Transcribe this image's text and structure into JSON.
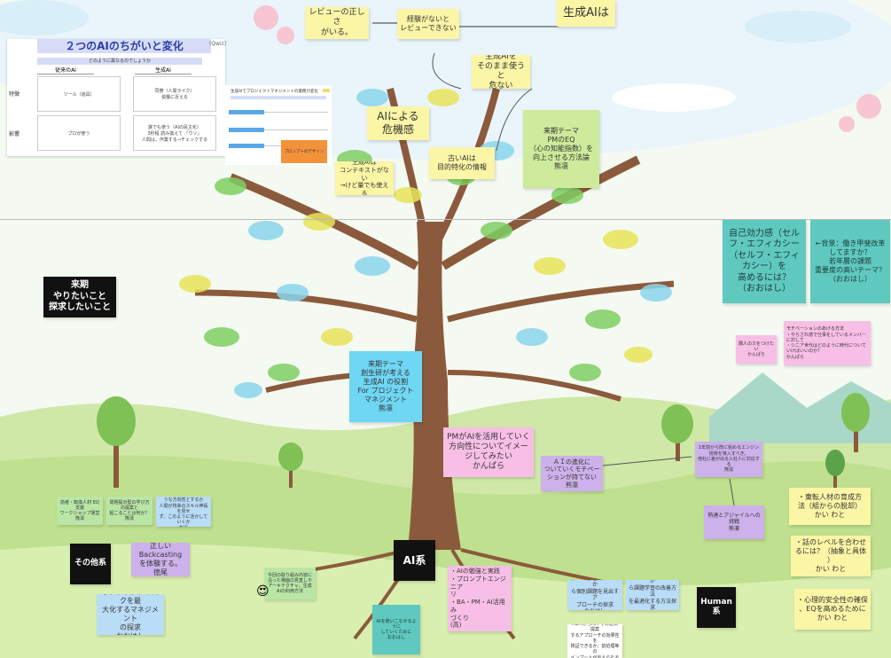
{
  "slide": {
    "title": "２つのAIのちがいと変化",
    "badge": "(Qwiz)",
    "subtitle": "どのように異なるのでしょうか",
    "col_left": "従来のAI",
    "col_right": "生成AI",
    "row1": "特徴",
    "row2": "影響",
    "cell_11": "ツール（道具）",
    "cell_12": "同僚（人間ライク）\n協働に近える",
    "cell_21": "プロが使う",
    "cell_22": "誰でも使う（AIの民主化）\n3秒程 読み換えて 「ウソ」\n人間は、作業する→チェックする"
  },
  "thumbnail": {
    "title": "生成AIでプロジェクトマネジメントの業務が変化",
    "orange_label": "プロンプトのデザイン"
  },
  "notes": {
    "review_correct": "レビューの正しさ\nがいる。",
    "no_experience": "経験がないと\nレビューできない",
    "genai_is": "生成AIは",
    "genai_danger": "生成AIを\nそのまま使うと\n危ない",
    "ai_crisis": "AIによる\n危機感",
    "next_theme_pm": "来期テーマ\nPMのEQ\n（心の知能指数）を\n向上させる方法論\n熊凛",
    "genai_context": "生成AIは\nコンテキストがない\n→けど量でも使える",
    "old_ai": "古いAIは\n目的特化の情報",
    "next_period": "来期\nやりたいこと\n探求したいこと",
    "self_efficacy": "自己効力感（セル\nフ・エフィカシー\n（セルフ・エフィ\nカシー）を\n高めるには？\n（おおはし）",
    "background_question": "←背景：働き甲斐改革\nしてますか？\n若年層の課題\n重要度の高いテーマ？\n（おおはし）",
    "motivation": "モチベーションのあげる方法\n・やらされ感で仕事をしているメンバーに対して\n・シニア世代はどのように時代についていけばいいのか？\nかんぱら",
    "pink_small": "隣人のカをつけたい\nかんぱら",
    "next_theme_genai": "来期テーマ\n創生研が考える\n生成AI の役割\nFor プロジェクト\nマネジメント\n熊凛",
    "pm_ai_direction": "PMがAIを活用していく\n方向性についてイメー\nジしてみたい\nかんぱら",
    "ai_evolution": "ＡＩの進化に\nついていくモチベー\nションが持てない\n熊凛",
    "engineer_purple": "1年前から既に始めるエンジン技術を導入すべき。\n他社に差が出る入社人に対応する\n熊凛",
    "engineer_agile": "熟達とアジャイルへの挑戦\n熊凛",
    "talent_training": "・東転人材の育成方\n法（組からの脱却）\nかい わと",
    "word_level": "・話のレベルを合わせ\nるには？（抽象と具体\n）\nかい わと",
    "psych_safety": "・心理的安全性の確保\n、EQを高めるために\nかい わと",
    "other_green_1": "前者・転換人材 EQ支援\nワークショップ運営\n熊凛",
    "other_green_2": "問題提示型の学び方の提案と\n起こることは何か？\n熊凛",
    "other_blue": "組織・地域の中でどのような方向性とするか\n人間が将来のスキル伸長を見せ\nず、このように活かしていくか\n熊凛",
    "other_label": "その他系",
    "backcasting": "正しいBackcasting\nを体験する。\n徳尾",
    "positive_press": "ポジティブプリスクを最\n大化するマネジメント\nの探求\nおおはし",
    "green_bottom": "今回の取り組み内容に沿った場面の見直しや\nアーキテクチャ、生成AIの利用方法",
    "ai_label": "AI系",
    "ai_usage": "・AIの勉強と実践\n・プロンプトエンジニア\nリ\n・BA・PM・AI活用み\nづくり\n(高)",
    "teal_bottom": "AIを使いこなせるように\nしていくために\nおおはし",
    "human_label": "Human系",
    "personal_approach": "個人の学習パターンか\nら個別課題を見出すア\nプローチの探求\nおおはし",
    "personal_method": "個人の学習パターンか\nら課題学習の改善方法\nを最適化する方法探求\nおおはし",
    "white_bottom": "MBTIからAIやその結果提案\nするアプローチの効果性を\n検証できるか、前処理等の\nインプットが与えられる"
  },
  "icons": {
    "emoji": "😍"
  }
}
